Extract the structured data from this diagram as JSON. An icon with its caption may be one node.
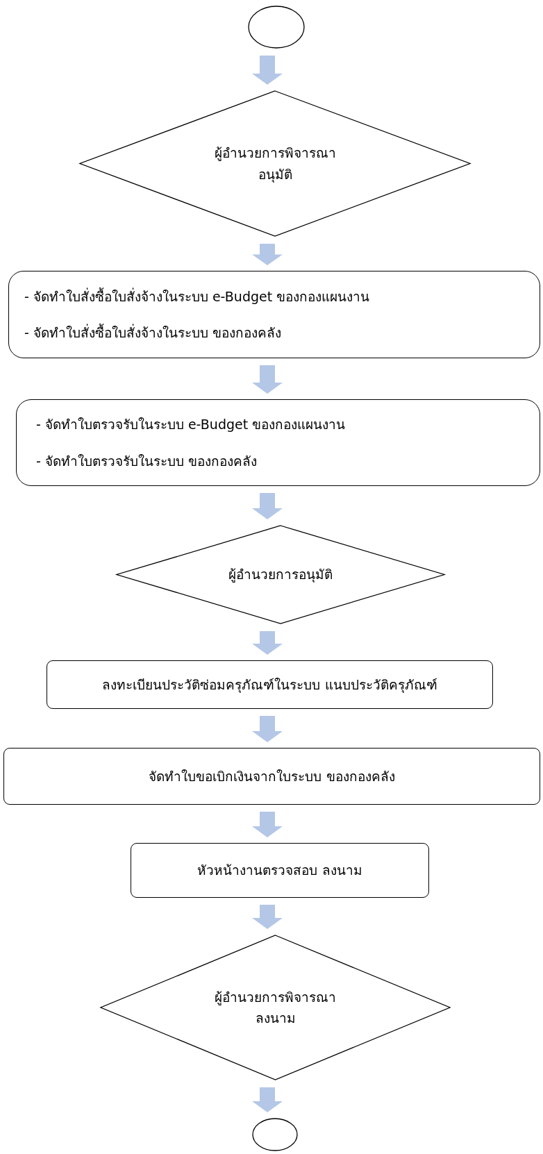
{
  "diagram": {
    "nodes": [
      {
        "text": [],
        "shape": "circle"
      },
      {
        "text": [
          "ผู้อำนวยการพิจารณา อนุมัติ"
        ]
      },
      {
        "text": [
          "- จัดทำใบสั่งซื้อใบสั่งจ้างในระบบ e-Budget ของกองแผนงาน",
          "- จัดทำใบสั่งซื้อใบสั่งจ้างในระบบ ของกองคลัง"
        ]
      },
      {
        "text": [
          "- จัดทำใบตรวจรับในระบบ e-Budget ของกองแผนงาน",
          "- จัดทำใบตรวจรับในระบบ ของกองคลัง"
        ]
      },
      {
        "text": [
          "ผู้อำนวยการอนุมัติ"
        ]
      },
      {
        "text": [
          "ลงทะเบียนประวัติซ่อมครุภัณฑ์ในระบบ แนบประวัติครุภัณฑ์"
        ]
      },
      {
        "text": [
          "จัดทำใบขอเบิกเงินจากใบระบบ ของกองคลัง"
        ]
      },
      {
        "text": [
          "หัวหน้างานตรวจสอบ ลงนาม"
        ]
      },
      {
        "text": [
          "ผู้อำนวยการพิจารณา ลงนาม"
        ]
      },
      {
        "text": [],
        "shape": "circle"
      }
    ],
    "edges": [
      {
        "from": 0,
        "to": 1,
        "arrow": "to",
        "style": "thick"
      },
      {
        "from": 1,
        "to": 2,
        "arrow": "to",
        "style": "thick"
      },
      {
        "from": 2,
        "to": 3,
        "arrow": "to",
        "style": "thick"
      },
      {
        "from": 3,
        "to": 4,
        "arrow": "to",
        "style": "thick"
      },
      {
        "from": 4,
        "to": 5,
        "arrow": "to",
        "style": "thick"
      },
      {
        "from": 5,
        "to": 6,
        "arrow": "to",
        "style": "thick"
      },
      {
        "from": 6,
        "to": 7,
        "arrow": "to",
        "style": "thick"
      },
      {
        "from": 7,
        "to": 8,
        "arrow": "to",
        "style": "thick"
      },
      {
        "from": 8,
        "to": 9,
        "arrow": "to",
        "style": "thick"
      }
    ]
  }
}
